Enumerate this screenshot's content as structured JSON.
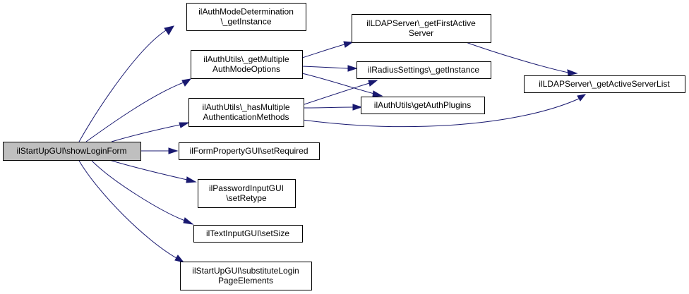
{
  "nodes": {
    "root": [
      "ilStartUpGUI\\showLoginForm"
    ],
    "auth_mode": [
      "ilAuthModeDetermination",
      "\\_getInstance"
    ],
    "multi_options": [
      "ilAuthUtils\\_getMultiple",
      "AuthModeOptions"
    ],
    "has_multi": [
      "ilAuthUtils\\_hasMultiple",
      "AuthenticationMethods"
    ],
    "set_required": [
      "ilFormPropertyGUI\\setRequired"
    ],
    "set_retype": [
      "ilPasswordInputGUI",
      "\\setRetype"
    ],
    "set_size": [
      "ilTextInputGUI\\setSize"
    ],
    "substitute": [
      "ilStartUpGUI\\substituteLogin",
      "PageElements"
    ],
    "ldap_first": [
      "ilLDAPServer\\_getFirstActive",
      "Server"
    ],
    "radius": [
      "ilRadiusSettings\\_getInstance"
    ],
    "plugins": [
      "ilAuthUtils\\getAuthPlugins"
    ],
    "server_list": [
      "ilLDAPServer\\_getActiveServerList"
    ]
  },
  "edges": [
    {
      "from": "root",
      "to": "auth_mode"
    },
    {
      "from": "root",
      "to": "multi_options"
    },
    {
      "from": "root",
      "to": "has_multi"
    },
    {
      "from": "root",
      "to": "set_required"
    },
    {
      "from": "root",
      "to": "set_retype"
    },
    {
      "from": "root",
      "to": "set_size"
    },
    {
      "from": "root",
      "to": "substitute"
    },
    {
      "from": "multi_options",
      "to": "ldap_first"
    },
    {
      "from": "multi_options",
      "to": "radius"
    },
    {
      "from": "multi_options",
      "to": "plugins"
    },
    {
      "from": "has_multi",
      "to": "radius"
    },
    {
      "from": "has_multi",
      "to": "plugins"
    },
    {
      "from": "has_multi",
      "to": "server_list"
    },
    {
      "from": "ldap_first",
      "to": "server_list"
    }
  ],
  "colors": {
    "edge": "#191970",
    "root_fill": "#bfbfbf",
    "node_fill": "#ffffff",
    "node_border": "#000000"
  }
}
